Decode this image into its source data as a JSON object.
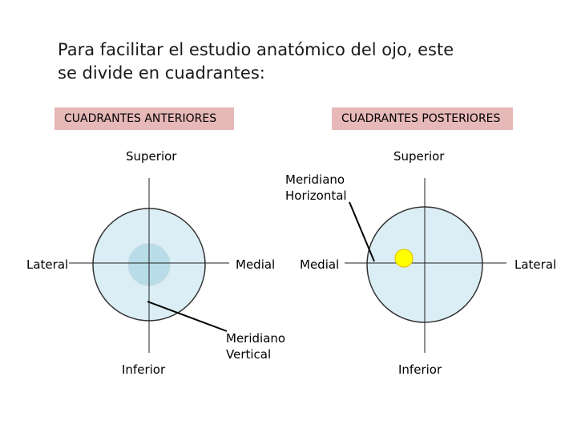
{
  "title": {
    "line1": "Para facilitar el estudio anatómico del ojo, este",
    "line2": "se divide en cuadrantes:"
  },
  "headers": {
    "anterior": "CUADRANTES ANTERIORES",
    "posterior": "CUADRANTES POSTERIORES"
  },
  "left_eye": {
    "superior": "Superior",
    "inferior": "Inferior",
    "lateral": "Lateral",
    "medial": "Medial"
  },
  "right_eye": {
    "superior": "Superior",
    "inferior": "Inferior",
    "lateral": "Lateral",
    "medial": "Medial"
  },
  "annotations": {
    "horizontal_line1": "Meridiano",
    "horizontal_line2": "Horizontal",
    "vertical_line1": "Meridiano",
    "vertical_line2": "Vertical"
  },
  "colors": {
    "globe_fill": "#dbeef5",
    "iris_fill": "#b8dce8",
    "disc_fill": "#ffff00",
    "header_fill": "#e6b8b7"
  }
}
